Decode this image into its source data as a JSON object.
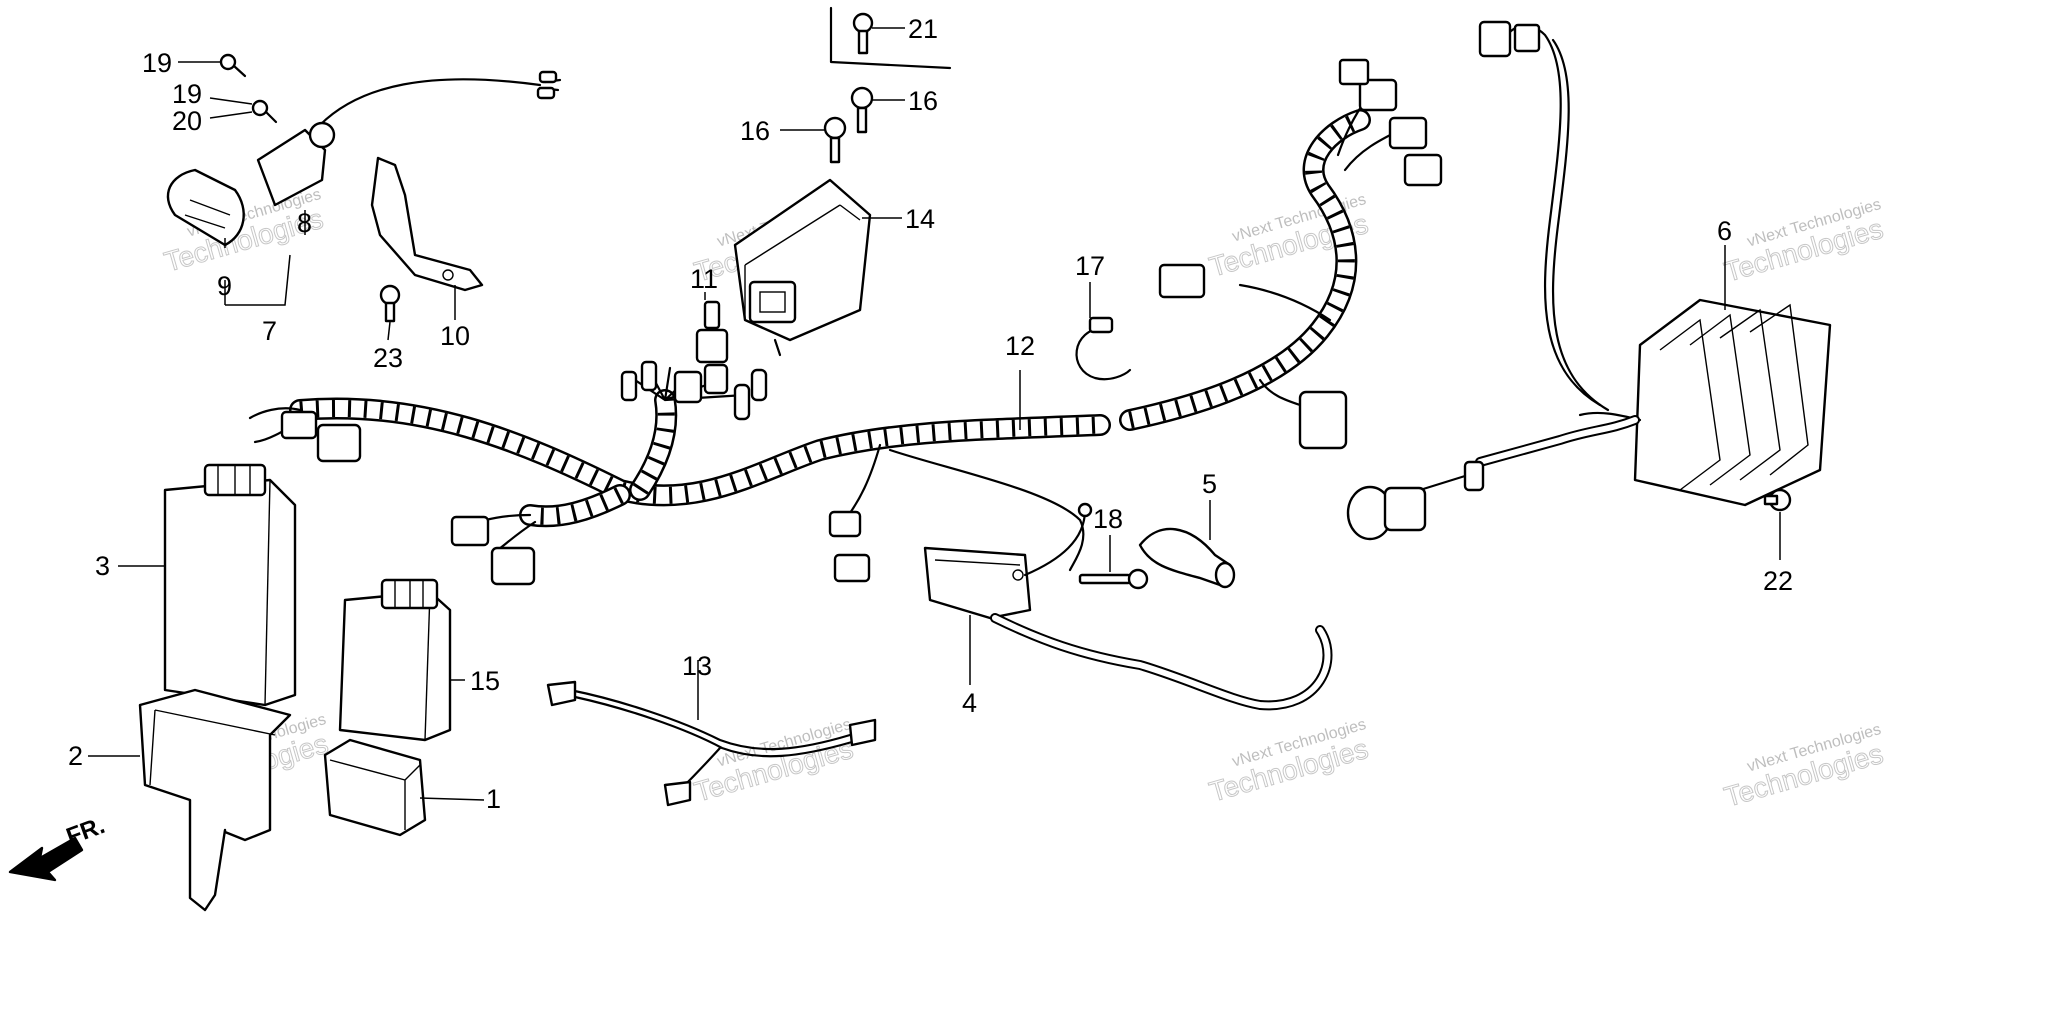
{
  "diagram": {
    "callouts": {
      "c1": "1",
      "c2": "2",
      "c3": "3",
      "c4": "4",
      "c5": "5",
      "c6": "6",
      "c7": "7",
      "c8": "8",
      "c9": "9",
      "c10": "10",
      "c11": "11",
      "c12": "12",
      "c13": "13",
      "c14": "14",
      "c15": "15",
      "c16a": "16",
      "c16b": "16",
      "c17": "17",
      "c18": "18",
      "c19a": "19",
      "c19b": "19",
      "c20": "20",
      "c21": "21",
      "c22": "22",
      "c23": "23"
    },
    "direction_label": "FR.",
    "watermark": {
      "small": "vNext Technologies",
      "big": "Technologies"
    }
  }
}
